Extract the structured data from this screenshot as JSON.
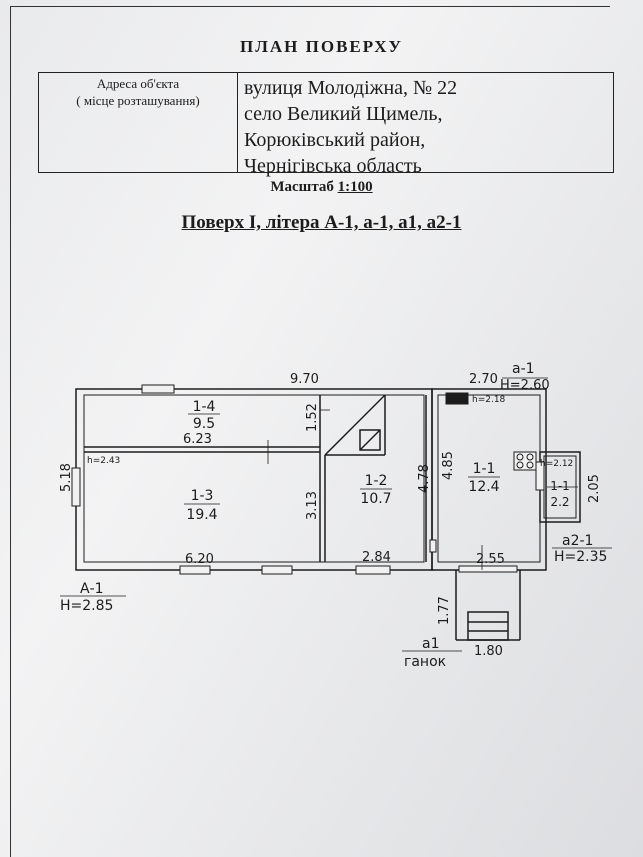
{
  "title": "ПЛАН ПОВЕРХУ",
  "address": {
    "label_line1": "Адреса об'єкта",
    "label_line2": "( місце розташування)",
    "lines": [
      "вулиця  Молодіжна,  № 22",
      "село Великий  Щимель,",
      "Корюківський район,",
      "Чернігівська область"
    ]
  },
  "scale": {
    "label": "Масштаб",
    "value": "1:100"
  },
  "floor_title": "Поверх  І, літера  А-1, а-1, а1, а2-1",
  "plan": {
    "dims": {
      "total_width": "9.70",
      "room_1_4_len": "6.23",
      "room_1_3_len": "6.20",
      "room_1_2_len": "2.84",
      "left_depth": "5.18",
      "d_1_52": "1.52",
      "d_3_13": "3.13",
      "d_4_78": "4.78",
      "d_4_85": "4.85",
      "d_2_70": "2.70",
      "d_2_55": "2.55",
      "d_2_05": "2.05",
      "d_1_77": "1.77",
      "d_1_80": "1.80"
    },
    "rooms": [
      {
        "id": "1-4",
        "area": "9.5"
      },
      {
        "id": "1-3",
        "area": "19.4"
      },
      {
        "id": "1-2",
        "area": "10.7"
      },
      {
        "id": "1-1",
        "area": "12.4"
      },
      {
        "id": "1-1",
        "area": "2.2"
      }
    ],
    "heights": {
      "h_a": "h=2.43",
      "h_b": "h=2.18",
      "h_c": "h=2.12"
    },
    "labels": {
      "a_1": "а-1",
      "a_1_h": "H=2.60",
      "A_1": "А-1",
      "A_1_h": "H=2.85",
      "a2_1": "а2-1",
      "a2_1_h": "H=2.35",
      "a1": "а1",
      "porch": "ганок"
    }
  }
}
